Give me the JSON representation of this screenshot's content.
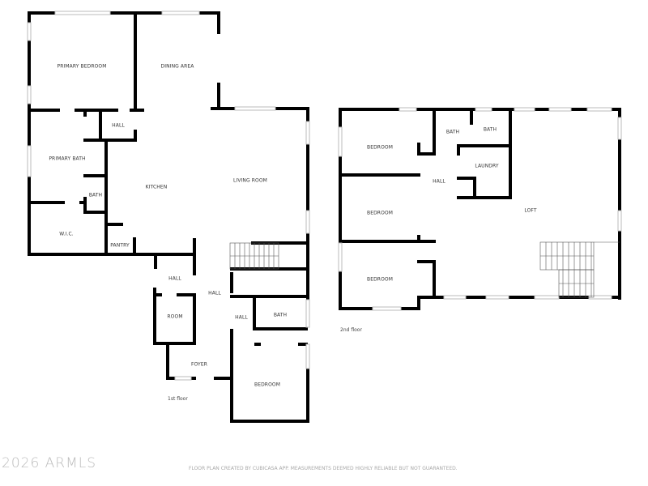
{
  "floor1": {
    "label": "1st floor",
    "rooms": {
      "primary_bedroom": "PRIMARY BEDROOM",
      "dining_area": "DINING AREA",
      "hall_top": "HALL",
      "primary_bath": "PRIMARY BATH",
      "bath_small": "BATH",
      "kitchen": "KITCHEN",
      "living_room": "LIVING ROOM",
      "wic": "W.I.C.",
      "pantry": "PANTRY",
      "hall_left": "HALL",
      "hall_center": "HALL",
      "room": "ROOM",
      "hall_small": "HALL",
      "bath": "BATH",
      "foyer": "FOYER",
      "bedroom": "BEDROOM"
    }
  },
  "floor2": {
    "label": "2nd floor",
    "rooms": {
      "bedroom1": "BEDROOM",
      "bedroom2": "BEDROOM",
      "bedroom3": "BEDROOM",
      "bath1": "BATH",
      "bath2": "BATH",
      "laundry": "LAUNDRY",
      "hall": "HALL",
      "loft": "LOFT"
    }
  },
  "watermark": "2026 ARMLS",
  "disclaimer": "FLOOR PLAN CREATED BY CUBICASA APP. MEASUREMENTS DEEMED HIGHLY RELIABLE BUT NOT GUARANTEED.",
  "colors": {
    "wall": "#000000",
    "window": "#cccccc",
    "background": "#ffffff"
  }
}
